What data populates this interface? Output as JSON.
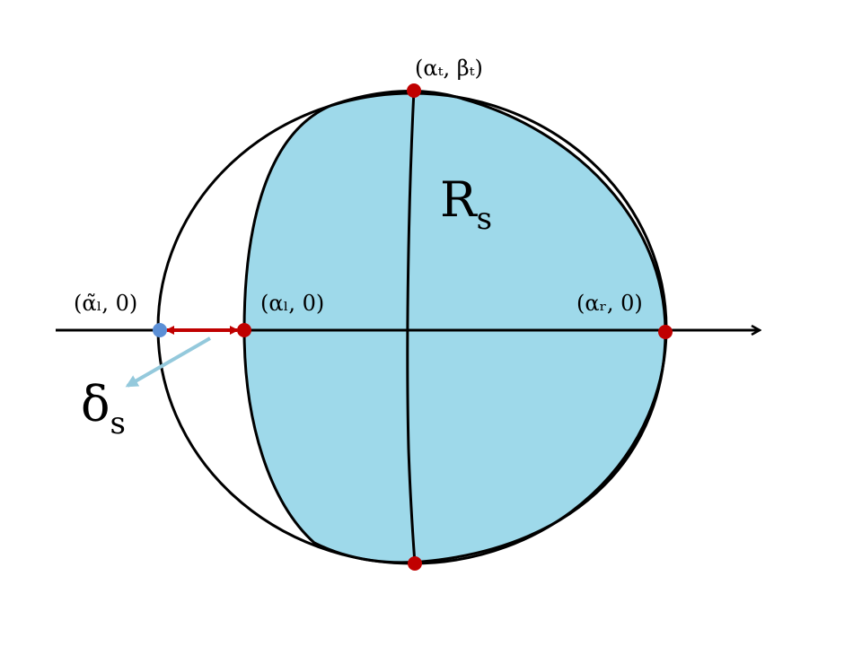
{
  "labels": {
    "top_point": "(αₜ, βₜ)",
    "left_tilde_point": "(α̃ₗ, 0)",
    "left_point": "(αₗ, 0)",
    "right_point": "(αᵣ, 0)",
    "region": "R",
    "region_sub": "s",
    "delta": "δ",
    "delta_sub": "s"
  },
  "colors": {
    "region_fill": "#9ed9ea",
    "outline": "#000000",
    "point_red": "#c00000",
    "point_blue": "#5b8fd6",
    "arrow_red": "#c00000",
    "arrow_light_blue": "#94c9dc"
  }
}
